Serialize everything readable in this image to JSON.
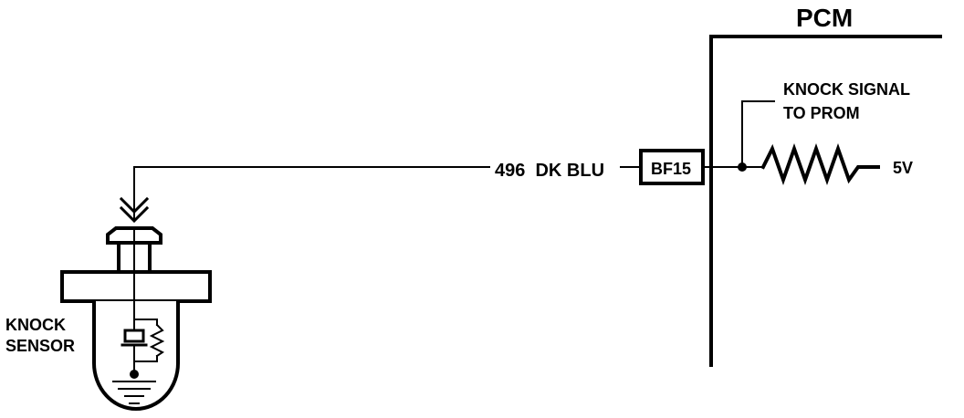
{
  "diagram": {
    "module_label": "PCM",
    "signal_label_line1": "KNOCK SIGNAL",
    "signal_label_line2": "TO PROM",
    "wire_label": "496  DK BLU",
    "connector_label": "BF15",
    "voltage_label": "5V",
    "sensor_label_line1": "KNOCK",
    "sensor_label_line2": "SENSOR"
  }
}
